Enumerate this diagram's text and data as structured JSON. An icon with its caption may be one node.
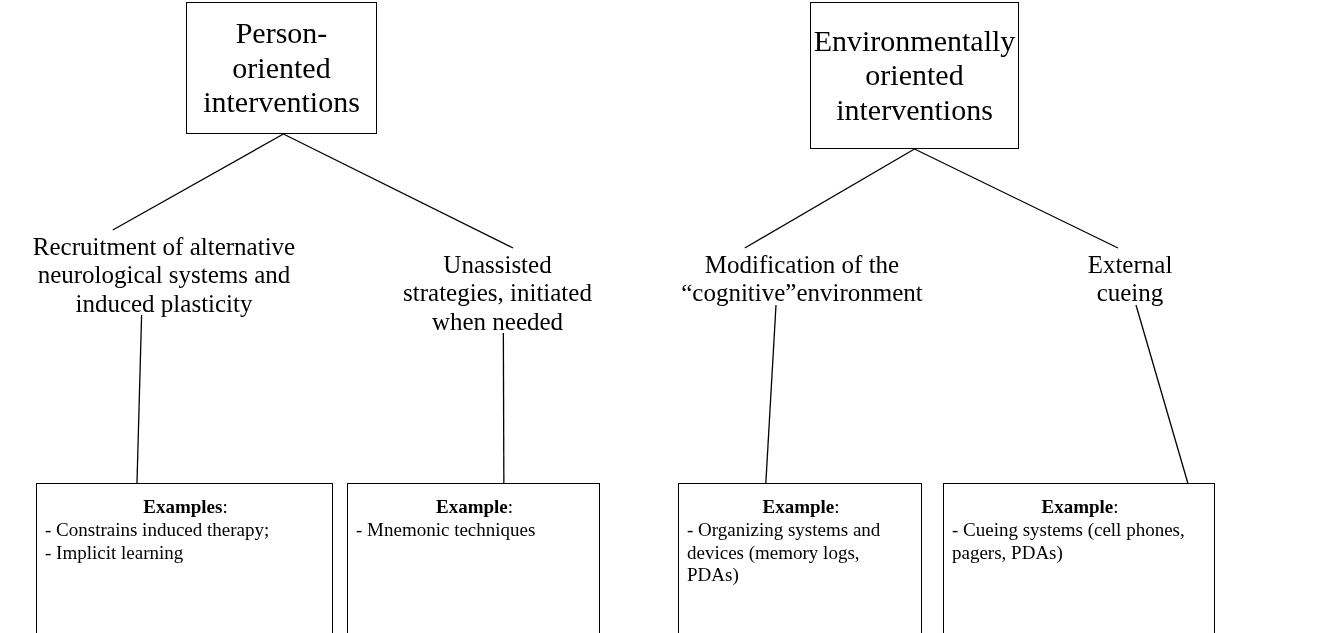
{
  "diagram": {
    "nodes": [
      {
        "text": [
          "Person-oriented interventions"
        ]
      },
      {
        "text": [
          "Environmentally oriented interventions"
        ]
      },
      {
        "text": [
          "Recruitment of alternative neurological systems and induced plasticity"
        ]
      },
      {
        "text": [
          "Unassisted strategies, initiated when needed"
        ]
      },
      {
        "text": [
          "Modification of the “cognitive”environment"
        ]
      },
      {
        "text": [
          "External cueing"
        ]
      },
      {
        "text": [
          "**Examples**:",
          "- Constrains induced therapy;",
          "- Implicit learning"
        ]
      },
      {
        "text": [
          "**Example**:",
          "- Mnemonic techniques"
        ]
      },
      {
        "text": [
          "**Example**:",
          "- Organizing systems and devices (memory logs, PDAs)"
        ]
      },
      {
        "text": [
          "**Example**:",
          "- Cueing systems (cell phones, pagers, PDAs)"
        ]
      }
    ],
    "edges": [
      {
        "from": 0,
        "to": 2,
        "arrow": "none"
      },
      {
        "from": 0,
        "to": 3,
        "arrow": "none"
      },
      {
        "from": 1,
        "to": 4,
        "arrow": "none"
      },
      {
        "from": 1,
        "to": 5,
        "arrow": "none"
      },
      {
        "from": 2,
        "to": 6,
        "arrow": "none"
      },
      {
        "from": 3,
        "to": 7,
        "arrow": "none"
      },
      {
        "from": 4,
        "to": 8,
        "arrow": "none"
      },
      {
        "from": 5,
        "to": 9,
        "arrow": "none"
      }
    ]
  }
}
